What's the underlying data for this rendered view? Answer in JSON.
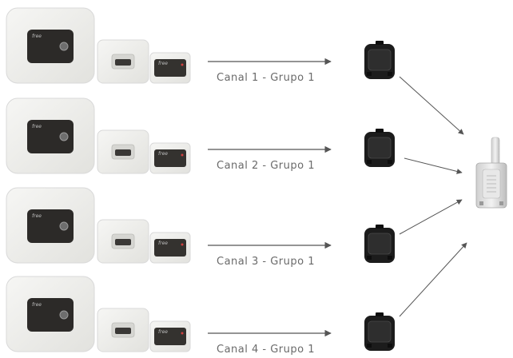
{
  "rows": [
    {
      "label": "Canal 1 - Grupo 1"
    },
    {
      "label": "Canal 2 - Grupo 1"
    },
    {
      "label": "Canal 3 - Grupo 1"
    },
    {
      "label": "Canal 4 - Grupo 1"
    }
  ],
  "brand": "free",
  "colors": {
    "plate": "#ececec",
    "plate_edge": "#d9d9d9",
    "screen": "#2c2a28",
    "receiver": "#1c1c1c",
    "arrow": "#555555",
    "label": "#6a6a6a",
    "red_dot": "#d04040"
  },
  "icons": [
    "wall-switch-large-icon",
    "wall-switch-medium-icon",
    "wall-switch-small-icon",
    "receiver-module-icon",
    "gateway-antenna-icon",
    "arrow-icon"
  ]
}
